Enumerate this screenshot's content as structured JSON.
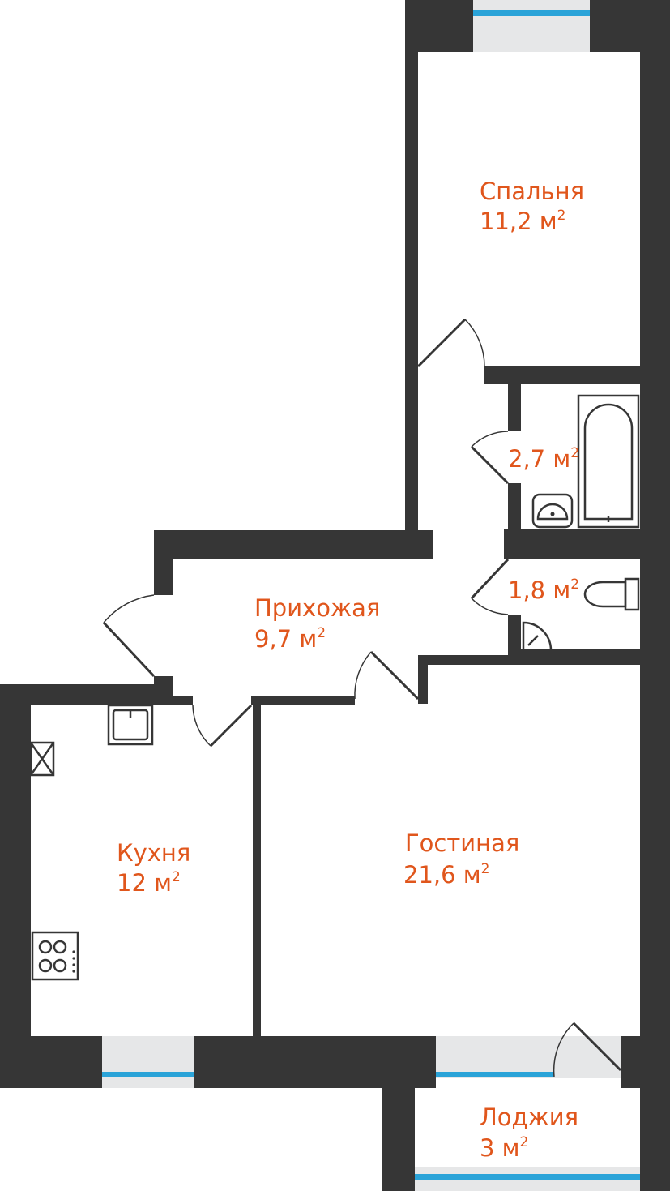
{
  "rooms": {
    "bedroom": {
      "name": "Спальня",
      "area": "11,2 м",
      "sup": "2"
    },
    "bathroom": {
      "name": "",
      "area": "2,7 м",
      "sup": "2"
    },
    "toilet": {
      "name": "",
      "area": "1,8 м",
      "sup": "2"
    },
    "hall": {
      "name": "Прихожая",
      "area": "9,7 м",
      "sup": "2"
    },
    "kitchen": {
      "name": "Кухня",
      "area": "12 м",
      "sup": "2"
    },
    "living": {
      "name": "Гостиная",
      "area": "21,6 м",
      "sup": "2"
    },
    "loggia": {
      "name": "Лоджия",
      "area": "3 м",
      "sup": "2"
    }
  },
  "colors": {
    "wall": "#363636",
    "label": "#e0561c",
    "window_glass": "#e6e7e8",
    "window_line": "#2aa3d8",
    "background": "#ffffff"
  },
  "icons": [
    "bathtub-icon",
    "washbasin-icon",
    "toilet-icon",
    "shower-drain-icon",
    "kitchen-sink-icon",
    "stove-icon",
    "ventilation-icon",
    "door-icon",
    "window-icon"
  ]
}
